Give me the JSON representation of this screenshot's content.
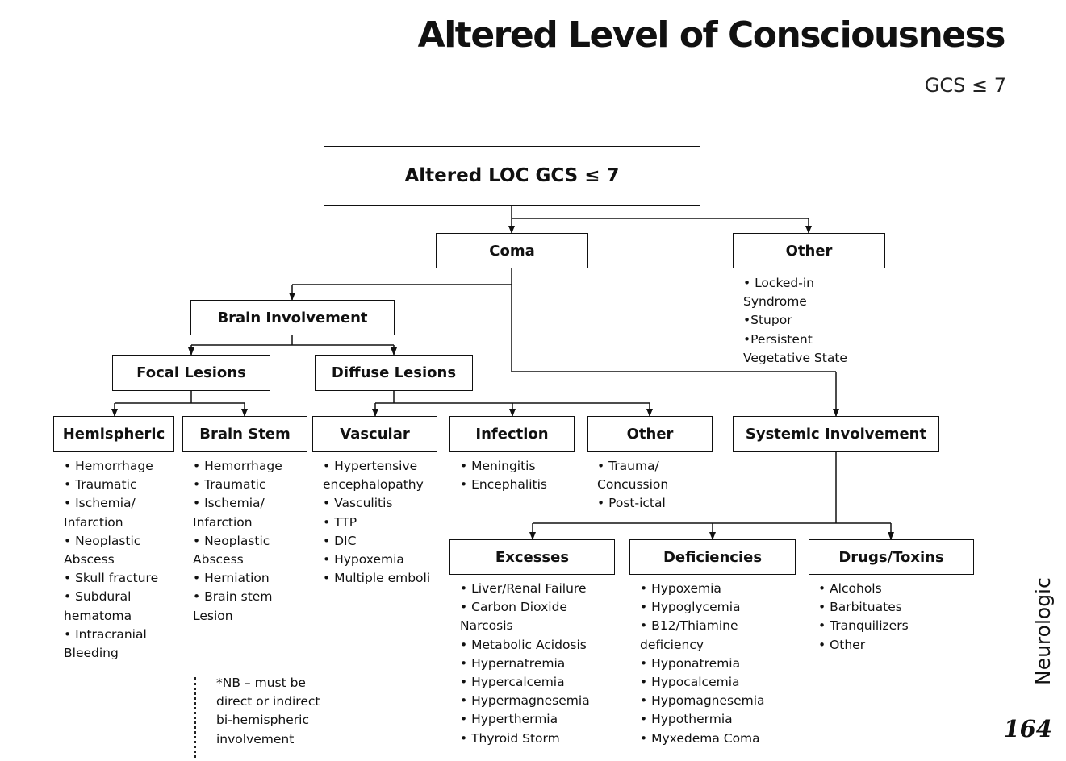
{
  "header": {
    "title": "Altered Level of Consciousness",
    "subtitle": "GCS ≤ 7"
  },
  "root": "Altered LOC GCS ≤ 7",
  "coma": "Coma",
  "other_top": {
    "label": "Other",
    "items": [
      "• Locked-in",
      "Syndrome",
      "•Stupor",
      "•Persistent",
      "Vegetative State"
    ]
  },
  "brain_involvement": "Brain Involvement",
  "focal_lesions": "Focal Lesions",
  "diffuse_lesions": "Diffuse Lesions",
  "systemic_involvement": "Systemic Involvement",
  "hemispheric": {
    "label": "Hemispheric",
    "items": [
      "Hemorrhage",
      "Traumatic",
      "Ischemia/ Infarction",
      "Neoplastic Abscess",
      "Skull fracture",
      "Subdural hematoma",
      "Intracranial Bleeding"
    ]
  },
  "brain_stem": {
    "label": "Brain Stem",
    "items": [
      "Hemorrhage",
      "Traumatic",
      "Ischemia/ Infarction",
      "Neoplastic Abscess",
      "Herniation",
      "Brain stem Lesion"
    ]
  },
  "vascular": {
    "label": "Vascular",
    "items": [
      "Hypertensive encephalopathy",
      "Vasculitis",
      "TTP",
      "DIC",
      "Hypoxemia",
      "Multiple emboli"
    ]
  },
  "infection": {
    "label": "Infection",
    "items": [
      "Meningitis",
      "Encephalitis"
    ]
  },
  "other_diffuse": {
    "label": "Other",
    "items": [
      "Trauma/ Concussion",
      "Post-ictal"
    ]
  },
  "excesses": {
    "label": "Excesses",
    "items": [
      "Liver/Renal Failure",
      "Carbon Dioxide Narcosis",
      "Metabolic Acidosis",
      "Hypernatremia",
      "Hypercalcemia",
      "Hypermagnesemia",
      "Hyperthermia",
      "Thyroid Storm"
    ]
  },
  "deficiencies": {
    "label": "Deficiencies",
    "items": [
      "Hypoxemia",
      "Hypoglycemia",
      "B12/Thiamine deficiency",
      "Hyponatremia",
      "Hypocalcemia",
      "Hypomagnesemia",
      "Hypothermia",
      "Myxedema Coma"
    ]
  },
  "drugs_toxins": {
    "label": "Drugs/Toxins",
    "items": [
      "Alcohols",
      "Barbituates",
      "Tranquilizers",
      "Other"
    ]
  },
  "note": "*NB – must be direct or indirect bi-hemispheric involvement",
  "side_label": "Neurologic",
  "page_number": "164"
}
